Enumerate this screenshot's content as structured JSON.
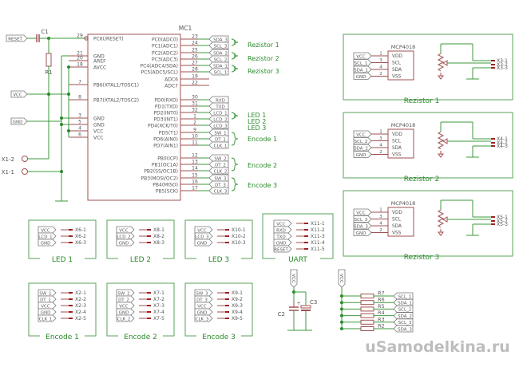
{
  "mcu": {
    "name": "MC1",
    "left_pins": [
      {
        "num": "29",
        "name": "PC6(/RESET)"
      },
      {
        "num": "21",
        "name": "GND"
      },
      {
        "num": "20",
        "name": "AREF"
      },
      {
        "num": "18",
        "name": "AVCC"
      },
      {
        "num": "7",
        "name": "PB6(XTAL1/TOSC1)"
      },
      {
        "num": "8",
        "name": "PB7(XTAL2/TOSC2)"
      },
      {
        "num": "3",
        "name": "GND"
      },
      {
        "num": "5",
        "name": "GND"
      },
      {
        "num": "4",
        "name": "VCC"
      },
      {
        "num": "6",
        "name": "VCC"
      }
    ],
    "right_pins": [
      {
        "num": "23",
        "name": "PC0(ADC0)",
        "net": "SDA_3"
      },
      {
        "num": "24",
        "name": "PC1(ADC1)",
        "net": "SCL_3"
      },
      {
        "num": "25",
        "name": "PC2(ADC2)",
        "net": "SDA_2"
      },
      {
        "num": "26",
        "name": "PC3(ADC3)",
        "net": "SCL_2"
      },
      {
        "num": "27",
        "name": "PC4(ADC4/SDA)",
        "net": "SDA_1"
      },
      {
        "num": "28",
        "name": "PC5(ADC5/SCL)",
        "net": "SCL_1"
      },
      {
        "num": "19",
        "name": "ADC6",
        "net": ""
      },
      {
        "num": "22",
        "name": "ADC7",
        "net": ""
      },
      {
        "num": "30",
        "name": "PD0(RXD)",
        "net": "RXD"
      },
      {
        "num": "31",
        "name": "PD1(TXD)",
        "net": "TXD"
      },
      {
        "num": "32",
        "name": "PD2(INT0)",
        "net": "LCD_1"
      },
      {
        "num": "1",
        "name": "PD3(INT1)",
        "net": "LCD_2"
      },
      {
        "num": "2",
        "name": "PD4(XCK/T0)",
        "net": "LCD_3"
      },
      {
        "num": "9",
        "name": "PD5(T1)",
        "net": "SW_1"
      },
      {
        "num": "10",
        "name": "PD6(AIN0)",
        "net": "DT_1"
      },
      {
        "num": "11",
        "name": "PD7(AIN1)",
        "net": "CLK_1"
      },
      {
        "num": "12",
        "name": "PB0(ICP)",
        "net": "SW_2"
      },
      {
        "num": "13",
        "name": "PB1(OC1A)",
        "net": "DT_2"
      },
      {
        "num": "14",
        "name": "PB2(SS/OC1B)",
        "net": "CLK_2"
      },
      {
        "num": "15",
        "name": "PB3(MOSI/OC2)",
        "net": "SW_3"
      },
      {
        "num": "16",
        "name": "PB4(MISO)",
        "net": "DT_3"
      },
      {
        "num": "17",
        "name": "PB5(SCK)",
        "net": "CLK_3"
      }
    ],
    "groups": [
      "Rezistor 1",
      "Rezistor 2",
      "Rezistor 3",
      "LED 1",
      "LED 2",
      "LED 3",
      "Encode 1",
      "Encode 2",
      "Encode 3"
    ]
  },
  "left_nets": {
    "reset": "RESET",
    "vcc": "VCC",
    "gnd": "GND",
    "c1": "C1",
    "r1": "R1",
    "x1_2": "X1-2",
    "x1_1": "X1-1"
  },
  "pots": [
    {
      "title": "Rezistor 1",
      "chip": "MCP4018",
      "pins": [
        {
          "net": "VCC",
          "num": "1",
          "name": "VDD"
        },
        {
          "net": "SCL_1",
          "num": "3",
          "name": "SCL"
        },
        {
          "net": "SDA_1",
          "num": "4",
          "name": "SDA"
        },
        {
          "net": "GND",
          "num": "2",
          "name": "VSS"
        }
      ],
      "outs": [
        "X3-1",
        "X3-2",
        "X3-3"
      ]
    },
    {
      "title": "Rezistor 2",
      "chip": "MCP4018",
      "pins": [
        {
          "net": "VCC",
          "num": "1",
          "name": "VDD"
        },
        {
          "net": "SCL_2",
          "num": "3",
          "name": "SCL"
        },
        {
          "net": "SDA_2",
          "num": "4",
          "name": "SDA"
        },
        {
          "net": "GND",
          "num": "2",
          "name": "VSS"
        }
      ],
      "outs": [
        "X4-1",
        "X4-2",
        "X4-3"
      ]
    },
    {
      "title": "Rezistor 3",
      "chip": "MCP4018",
      "pins": [
        {
          "net": "VCC",
          "num": "1",
          "name": "VDD"
        },
        {
          "net": "SCL_3",
          "num": "3",
          "name": "SCL"
        },
        {
          "net": "SDA_3",
          "num": "4",
          "name": "SDA"
        },
        {
          "net": "GND",
          "num": "2",
          "name": "VSS"
        }
      ],
      "outs": [
        "X5-1",
        "X5-2",
        "X5-3"
      ]
    }
  ],
  "leds": [
    {
      "title": "LED 1",
      "rows": [
        {
          "net": "VCC",
          "pin": "X6-1"
        },
        {
          "net": "LCD_1",
          "pin": "X6-2"
        },
        {
          "net": "GND",
          "pin": "X6-3"
        }
      ]
    },
    {
      "title": "LED 2",
      "rows": [
        {
          "net": "VCC",
          "pin": "X8-1"
        },
        {
          "net": "LCD_2",
          "pin": "X8-2"
        },
        {
          "net": "GND",
          "pin": "X8-3"
        }
      ]
    },
    {
      "title": "LED 3",
      "rows": [
        {
          "net": "VCC",
          "pin": "X10-1"
        },
        {
          "net": "LCD_3",
          "pin": "X10-2"
        },
        {
          "net": "GND",
          "pin": "X10-3"
        }
      ]
    }
  ],
  "uart": {
    "title": "UART",
    "rows": [
      {
        "net": "VCC",
        "pin": "X11-1"
      },
      {
        "net": "RXD",
        "pin": "X11-2"
      },
      {
        "net": "TXD",
        "pin": "X11-3"
      },
      {
        "net": "GND",
        "pin": "X11-4"
      },
      {
        "net": "RESET",
        "pin": "X11-5"
      }
    ]
  },
  "encoders": [
    {
      "title": "Encode 1",
      "rows": [
        {
          "net": "SW_1",
          "pin": "X2-1"
        },
        {
          "net": "DT_1",
          "pin": "X2-2"
        },
        {
          "net": "VCC",
          "pin": "X2-3"
        },
        {
          "net": "GND",
          "pin": "X2-4"
        },
        {
          "net": "CLK_1",
          "pin": "X2-5"
        }
      ]
    },
    {
      "title": "Encode 2",
      "rows": [
        {
          "net": "SW_2",
          "pin": "X7-1"
        },
        {
          "net": "DT_2",
          "pin": "X7-2"
        },
        {
          "net": "VCC",
          "pin": "X7-3"
        },
        {
          "net": "GND",
          "pin": "X7-4"
        },
        {
          "net": "CLK_2",
          "pin": "X7-5"
        }
      ]
    },
    {
      "title": "Encode 3",
      "rows": [
        {
          "net": "SW_3",
          "pin": "X9-1"
        },
        {
          "net": "DT_3",
          "pin": "X9-2"
        },
        {
          "net": "VCC",
          "pin": "X9-3"
        },
        {
          "net": "GND",
          "pin": "X9-4"
        },
        {
          "net": "CLK_3",
          "pin": "X9-5"
        }
      ]
    }
  ],
  "caps": {
    "vcc": "VCC",
    "c2": "C2",
    "c3": "C3"
  },
  "pullups": {
    "vcc": "VCC",
    "rows": [
      {
        "r": "R7",
        "net": "SCL_1"
      },
      {
        "r": "R6",
        "net": "SDA_1"
      },
      {
        "r": "R5",
        "net": "SCL_2"
      },
      {
        "r": "R4",
        "net": "SDA_2"
      },
      {
        "r": "R3",
        "net": "SCL_3"
      },
      {
        "r": "R2",
        "net": "SDA_3"
      }
    ]
  },
  "watermark": "uSamodelkina.ru"
}
